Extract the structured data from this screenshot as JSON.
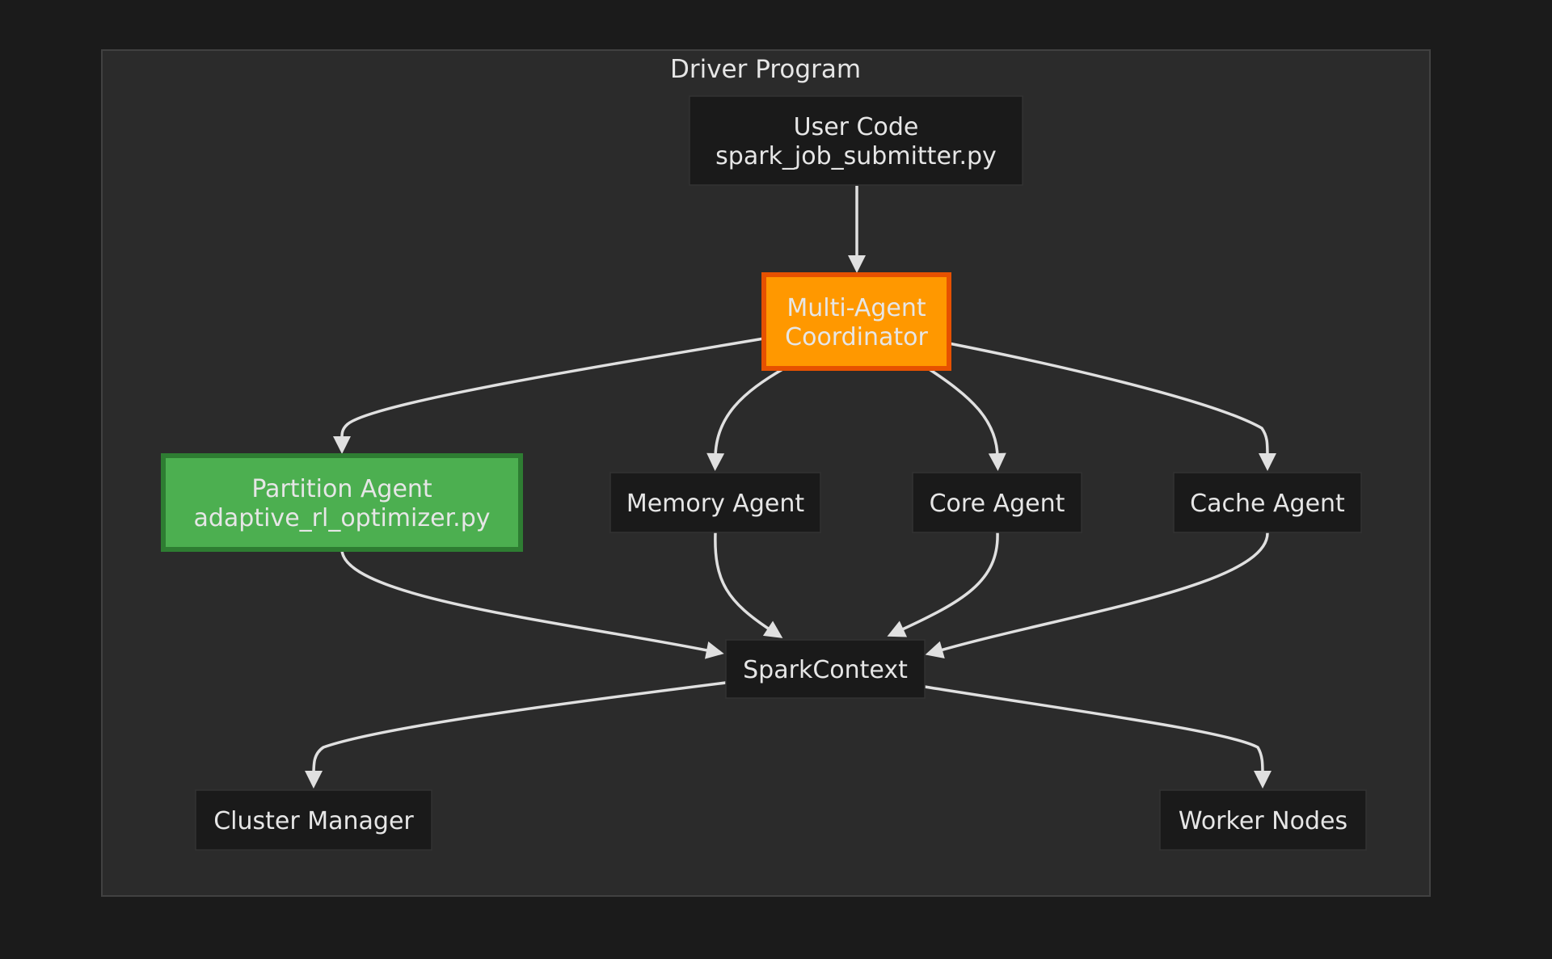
{
  "diagram": {
    "type": "flowchart",
    "cluster": {
      "id": "driver",
      "title": "Driver Program"
    },
    "nodes": [
      {
        "id": "user_code",
        "lines": [
          "User Code",
          "spark_job_submitter.py"
        ],
        "style": "default"
      },
      {
        "id": "coordinator",
        "lines": [
          "Multi-Agent",
          "Coordinator"
        ],
        "style": "highlight-orange"
      },
      {
        "id": "partition",
        "lines": [
          "Partition Agent",
          "adaptive_rl_optimizer.py"
        ],
        "style": "highlight-green"
      },
      {
        "id": "memory",
        "lines": [
          "Memory Agent"
        ],
        "style": "default"
      },
      {
        "id": "core",
        "lines": [
          "Core Agent"
        ],
        "style": "default"
      },
      {
        "id": "cache",
        "lines": [
          "Cache Agent"
        ],
        "style": "default"
      },
      {
        "id": "spark_context",
        "lines": [
          "SparkContext"
        ],
        "style": "default"
      },
      {
        "id": "cluster_manager",
        "lines": [
          "Cluster Manager"
        ],
        "style": "default"
      },
      {
        "id": "worker_nodes",
        "lines": [
          "Worker Nodes"
        ],
        "style": "default"
      }
    ],
    "edges": [
      {
        "from": "user_code",
        "to": "coordinator"
      },
      {
        "from": "coordinator",
        "to": "partition"
      },
      {
        "from": "coordinator",
        "to": "memory"
      },
      {
        "from": "coordinator",
        "to": "core"
      },
      {
        "from": "coordinator",
        "to": "cache"
      },
      {
        "from": "partition",
        "to": "spark_context"
      },
      {
        "from": "memory",
        "to": "spark_context"
      },
      {
        "from": "core",
        "to": "spark_context"
      },
      {
        "from": "cache",
        "to": "spark_context"
      },
      {
        "from": "spark_context",
        "to": "cluster_manager"
      },
      {
        "from": "spark_context",
        "to": "worker_nodes"
      }
    ],
    "colors": {
      "page_background": "#1b1b1b",
      "cluster_fill": "#2b2b2b",
      "node_fill": "#1a1a1a",
      "text": "#e6e6e6",
      "edge": "#e0e0e0",
      "orange_fill": "#ff9800",
      "orange_border": "#e65100",
      "green_fill": "#4caf50",
      "green_border": "#2e7d32"
    }
  }
}
